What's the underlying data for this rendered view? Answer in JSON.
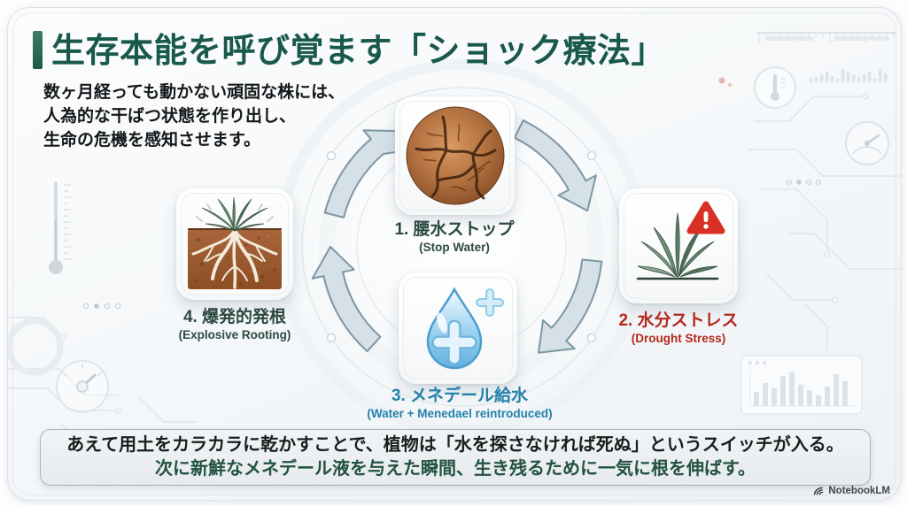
{
  "header": {
    "title": "生存本能を呼び覚ます「ショック療法」",
    "subtitle_lines": [
      "数ヶ月経っても動かない頑固な株には、",
      "人為的な干ばつ状態を作り出し、",
      "生命の危機を感知させます。"
    ]
  },
  "cycle": {
    "direction": "clockwise",
    "steps": [
      {
        "label": "1. 腰水ストップ",
        "label_en": "(Stop Water)",
        "color": "#2c4a41",
        "image": "cracked-soil-photo"
      },
      {
        "label": "2. 水分ストレス",
        "label_en": "(Drought Stress)",
        "color": "#b5271d",
        "image": "agave-plant-with-warning"
      },
      {
        "label": "3. メネデール給水",
        "label_en": "(Water + Menedael reintroduced)",
        "color": "#2281ab",
        "image": "water-drop-plus"
      },
      {
        "label": "4. 爆発的発根",
        "label_en": "(Explosive Rooting)",
        "color": "#2c4a41",
        "image": "plant-roots-in-soil"
      }
    ]
  },
  "summary": {
    "line1": "あえて用土をカラカラに乾かすことで、植物は「水を探さなければ死ぬ」というスイッチが入る。",
    "line2": "次に新鮮なメネデール液を与えた瞬間、生き残るために一気に根を伸ばす。"
  },
  "footer": {
    "brand": "NotebookLM"
  },
  "colors": {
    "title_green": "#19594a",
    "step_green": "#2c4a41",
    "accent_red": "#b5271d",
    "accent_blue": "#2281ab",
    "summary_green": "#235240",
    "arrow_outline": "#7d97a4"
  },
  "decor_icons": [
    "ruler-icon",
    "thermometer-icon",
    "gauge-icon",
    "bar-chart-icon",
    "circuit-trace",
    "warning-triangle-icon"
  ]
}
